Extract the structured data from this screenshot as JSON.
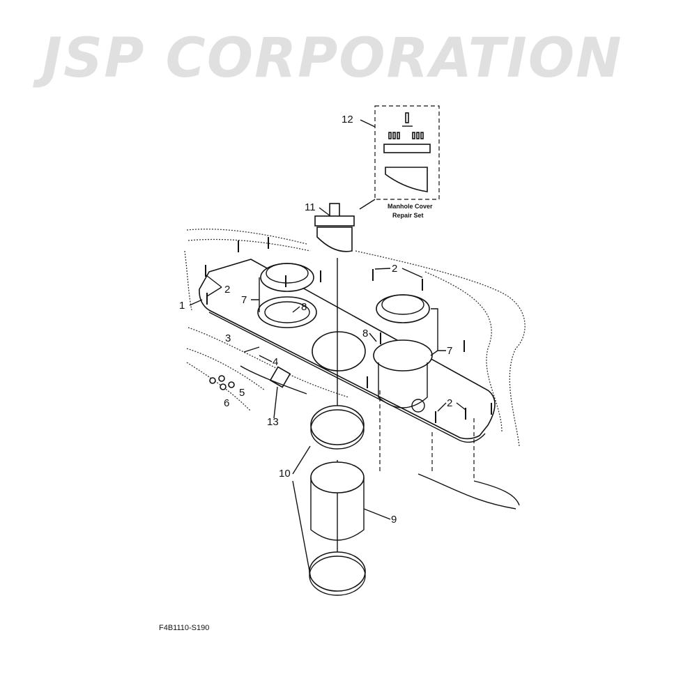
{
  "diagram": {
    "figure_code": "F4B1110-S190",
    "watermark": "JSP CORPORATION",
    "repair_set_caption": [
      "Manhole Cover",
      "Repair Set"
    ],
    "callouts": {
      "c1": "1",
      "c2a": "2",
      "c2b": "2",
      "c2c": "2",
      "c3": "3",
      "c4": "4",
      "c5": "5",
      "c6": "6",
      "c7a": "7",
      "c7b": "7",
      "c8a": "8",
      "c8b": "8",
      "c9": "9",
      "c10": "10",
      "c11": "11",
      "c12": "12",
      "c13": "13"
    }
  }
}
